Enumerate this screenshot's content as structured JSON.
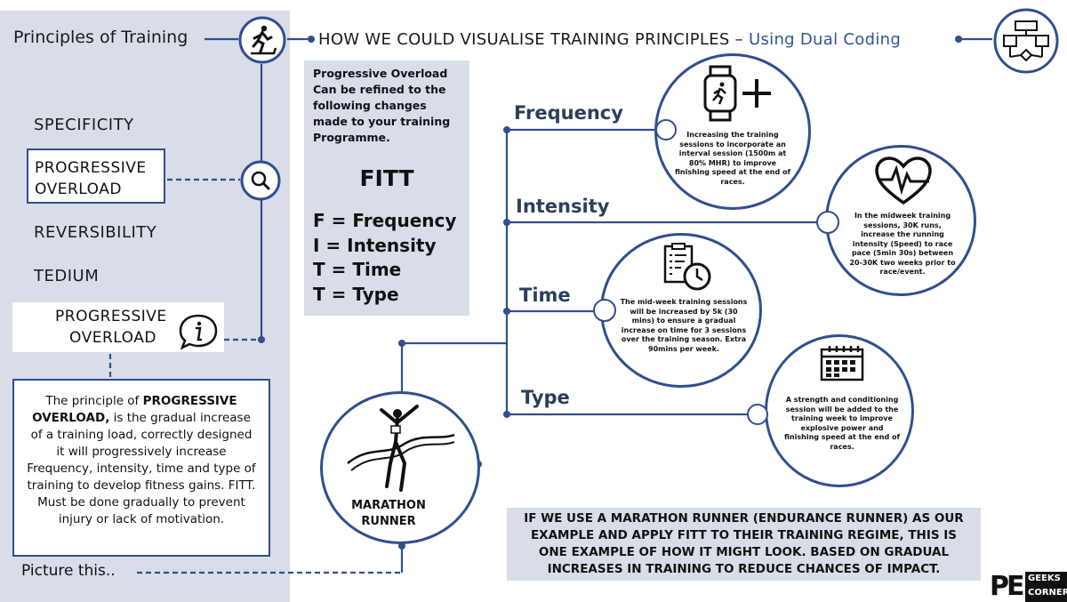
{
  "header": {
    "left_title": "Principles of Training",
    "main_title": "HOW WE COULD VISUALISE TRAINING PRINCIPLES – ",
    "main_accent": "Using Dual Coding"
  },
  "principles": [
    "SPECIFICITY",
    "PROGRESSIVE OVERLOAD",
    "REVERSIBILITY",
    "TEDIUM"
  ],
  "highlight_box": {
    "line1": "PROGRESSIVE",
    "line2": "OVERLOAD"
  },
  "definition_title": {
    "line1": "PROGRESSIVE",
    "line2": "OVERLOAD"
  },
  "definition": {
    "pre": "The principle of ",
    "bold": "PROGRESSIVE OVERLOAD,",
    "post": " is the gradual increase of a training load, correctly designed it will progressively increase Frequency, intensity, time and type of training to develop fitness gains. FITT. Must be done gradually to prevent injury or lack of motivation."
  },
  "picture_this": "Picture this..",
  "fitt": {
    "intro": "Progressive Overload Can be refined to the following changes made to your training Programme.",
    "title": "FITT",
    "items": [
      "F = Frequency",
      "I = Intensity",
      "T = Time",
      "T = Type"
    ]
  },
  "branches": [
    {
      "label": "Frequency",
      "text": "Increasing the training sessions to incorporate an interval session (1500m at 80% MHR) to improve finishing speed at the end of races."
    },
    {
      "label": "Intensity",
      "text": "In the midweek training sessions, 30K runs, increase the running intensity (Speed) to race pace (5min 30s) between 20-30K two weeks prior to race/event."
    },
    {
      "label": "Time",
      "text": "The mid-week training sessions will be increased by 5k (30 mins) to ensure a gradual increase on time for 3 sessions over the training season. Extra 90mins per week."
    },
    {
      "label": "Type",
      "text": "A strength and conditioning session will be added to the training week to improve explosive power and finishing speed at the end of races."
    }
  ],
  "marathon": {
    "line1": "MARATHON",
    "line2": "RUNNER"
  },
  "bottom_note": "IF WE USE A MARATHON RUNNER (ENDURANCE RUNNER) AS OUR EXAMPLE AND APPLY FITT TO THEIR TRAINING REGIME, THIS IS ONE EXAMPLE OF HOW IT MIGHT LOOK. BASED ON GRADUAL INCREASES IN TRAINING TO REDUCE CHANCES OF IMPACT.",
  "logo": {
    "mark": "PE",
    "line1": "GEEKS",
    "line2": "CORNER"
  },
  "icons": [
    "treadmill-runner-icon",
    "flowchart-icon",
    "magnifier-icon",
    "info-speech-icon",
    "smartwatch-runner-icon",
    "plus-icon",
    "heartbeat-icon",
    "checklist-clock-icon",
    "calendar-icon",
    "finish-line-runner-icon"
  ],
  "colors": {
    "accent": "#2f5597",
    "line": "#2f4f8f",
    "panel": "#d8dde8"
  }
}
